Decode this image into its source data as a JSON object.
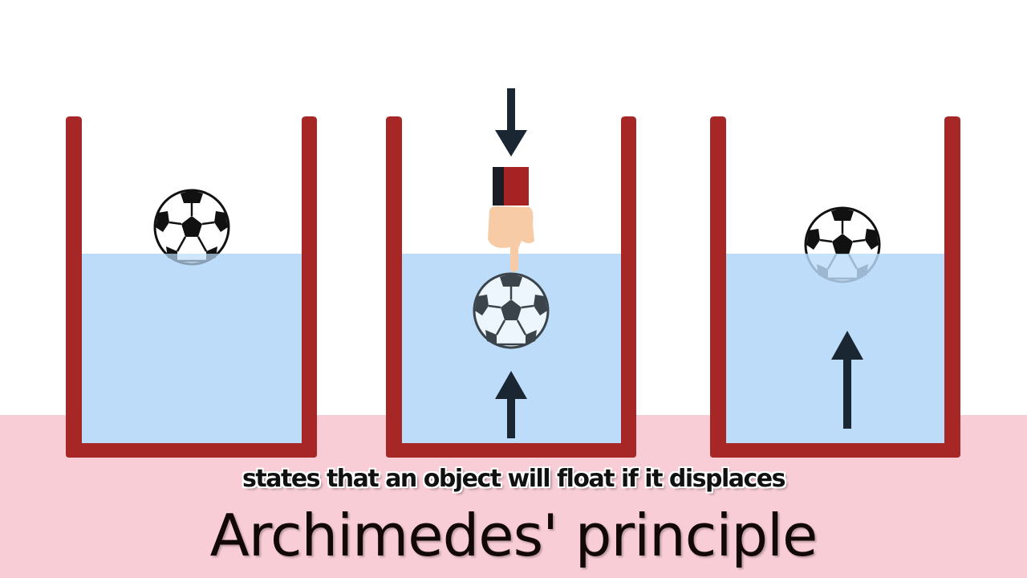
{
  "caption": "states that an object will float if it displaces",
  "title": "Archimedes' principle",
  "colors": {
    "background": "#ffffff",
    "floor": "#f9cdd6",
    "container": "#a72727",
    "water": "#bcdcfa",
    "arrow": "#1b2633",
    "skin": "#f6cba5",
    "sleeve_dark": "#1c1c24",
    "sleeve_red": "#a72222"
  },
  "panels": [
    {
      "name": "floating-ball",
      "state": "floating"
    },
    {
      "name": "pushed-ball",
      "state": "submerged by hand"
    },
    {
      "name": "rising-ball",
      "state": "rising"
    }
  ],
  "icons": [
    "soccer-ball-icon",
    "hand-pointing-icon",
    "arrow-down-icon",
    "arrow-up-icon"
  ]
}
